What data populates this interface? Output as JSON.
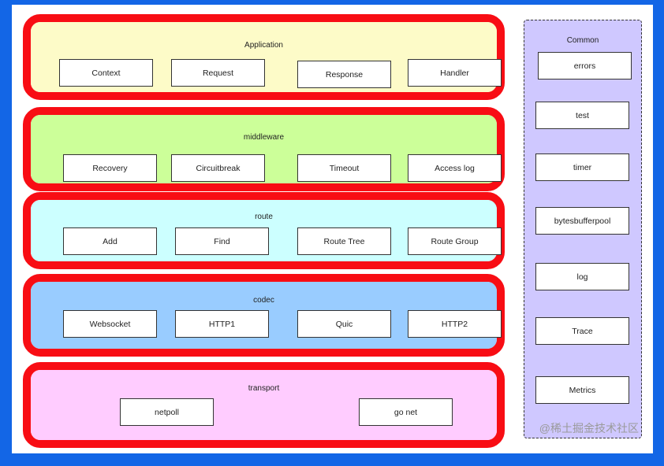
{
  "layers": {
    "application": {
      "title": "Application",
      "items": [
        "Context",
        "Request",
        "Response",
        "Handler"
      ]
    },
    "middleware": {
      "title": "middleware",
      "items": [
        "Recovery",
        "Circuitbreak",
        "Timeout",
        "Access log"
      ]
    },
    "route": {
      "title": "route",
      "items": [
        "Add",
        "Find",
        "Route Tree",
        "Route Group"
      ]
    },
    "codec": {
      "title": "codec",
      "items": [
        "Websocket",
        "HTTP1",
        "Quic",
        "HTTP2"
      ]
    },
    "transport": {
      "title": "transport",
      "items": [
        "netpoll",
        "go net"
      ]
    }
  },
  "common": {
    "title": "Common",
    "items": [
      "errors",
      "test",
      "timer",
      "bytesbufferpool",
      "log",
      "Trace",
      "Metrics"
    ]
  },
  "watermark": "@稀土掘金技术社区",
  "colors": {
    "frame": "#1366e6",
    "layer_border": "#f80d14",
    "application": "#fdfbc8",
    "middleware": "#ccff99",
    "route": "#ccffff",
    "codec": "#99ccff",
    "transport": "#ffccff",
    "common": "#cfc8ff"
  }
}
